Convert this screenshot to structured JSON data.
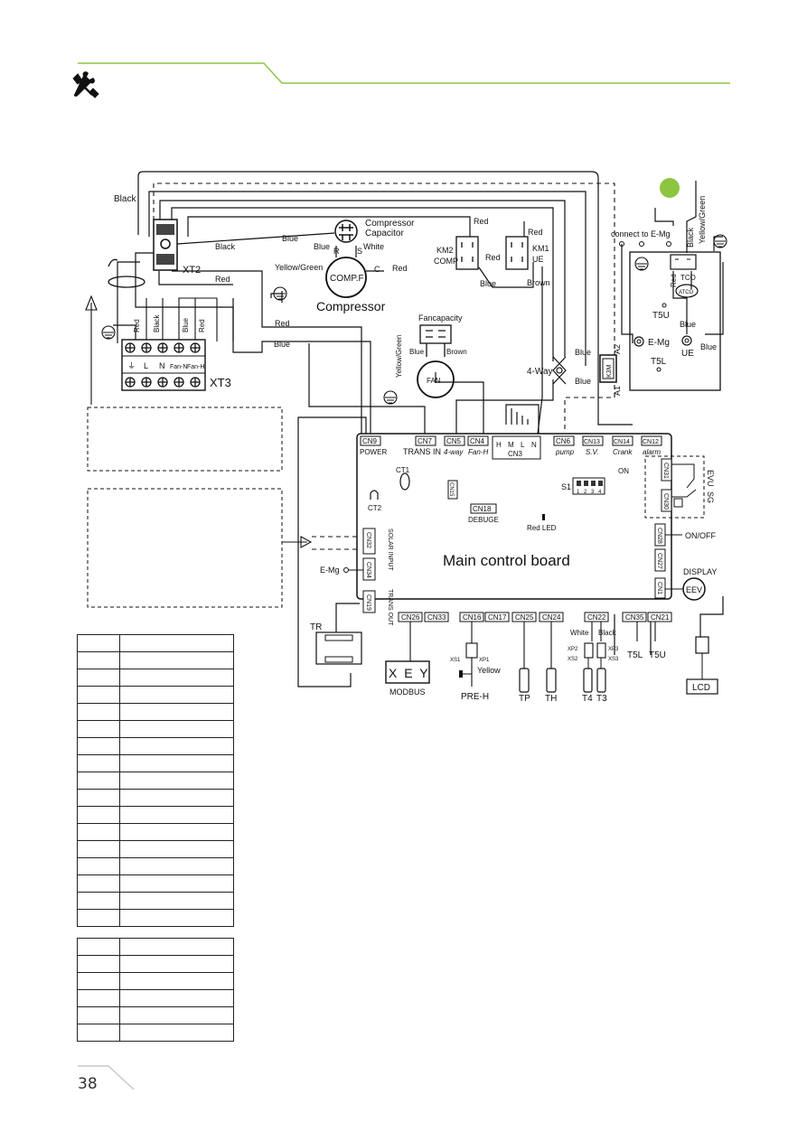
{
  "header": {
    "icon": "tools-icon",
    "accent_color": "#8cc63f"
  },
  "page_number": "38",
  "diagram": {
    "connector_blocks": {
      "xt2": "XT2",
      "xt3": "XT3"
    },
    "xt3_terminals": [
      "L",
      "N",
      "Fan-N",
      "Fan-H"
    ],
    "compressor": {
      "capacitor_label_1": "Compressor",
      "capacitor_label_2": "Capacitor",
      "unit_label": "COMP.F",
      "title": "Compressor",
      "pin_r": "R",
      "pin_s": "S",
      "pin_c": "C"
    },
    "relays": {
      "km2": "KM2",
      "km2_sub": "COMP",
      "km1": "KM1",
      "km1_sub": "UE",
      "k3m": "K3M",
      "a1": "A1",
      "a2": "A2"
    },
    "fan": {
      "capacity_label": "Fancapacity",
      "label": "FAN"
    },
    "valve": "4-Way",
    "board": {
      "title": "Main control board",
      "top_connectors": [
        {
          "id": "CN9",
          "sub": "POWER"
        },
        {
          "id": "CN7",
          "sub": "TRANS IN"
        },
        {
          "id": "CN5",
          "sub": "4-way"
        },
        {
          "id": "CN4",
          "sub": "Fan-H"
        },
        {
          "id": "CN6",
          "sub": "pump"
        },
        {
          "id": "CN13",
          "sub": "S.V."
        },
        {
          "id": "CN14",
          "sub": "Crank"
        },
        {
          "id": "CN12",
          "sub": "alarm"
        }
      ],
      "cn3": {
        "id": "CN3",
        "pins": [
          "H",
          "M",
          "L",
          "N"
        ]
      },
      "ct1": "CT1",
      "ct2": "CT2",
      "cn15": "CN15",
      "cn18": "CN18",
      "debuge": "DEBUGE",
      "red_led": "Red LED",
      "s1": "S1",
      "s1_on": "ON",
      "s1_nums": [
        "1",
        "2",
        "3",
        "4"
      ],
      "left_connectors": [
        {
          "id": "CN32",
          "sub": "SOLAR INPUT"
        },
        {
          "id": "CN34",
          "sub": ""
        },
        {
          "id": "CN19",
          "sub": "TRANS OUT"
        }
      ],
      "e_mg": "E-Mg",
      "right_connectors": [
        "CN31",
        "CN30",
        "CN28",
        "CN27",
        "CN1"
      ],
      "evu": "EVU",
      "sg": "SG",
      "on_off": "ON/OFF",
      "display": "DISPLAY",
      "eev": "EEV",
      "bottom_connectors": [
        "CN26",
        "CN33",
        "CN16",
        "CN17",
        "CN25",
        "CN24",
        "CN22",
        "CN35",
        "CN21"
      ],
      "modbus_key": "X E Y",
      "modbus": "MODBUS",
      "pre_h": "PRE-H",
      "xs1": "XS1",
      "xp1": "XP1",
      "tp": "TP",
      "th": "TH",
      "t4": "T4",
      "t3": "T3",
      "xp2": "XP2",
      "xs2": "XS2",
      "xp3": "XP3",
      "xs3": "XS3",
      "t5l": "T5L",
      "t5u": "T5U",
      "lcd": "LCD",
      "tr": "TR"
    },
    "right_box": {
      "connect": "connect to E-Mg",
      "tco": "TCO",
      "atco": "ATCO",
      "t5u": "T5U",
      "e_mg": "E-Mg",
      "ue": "UE",
      "t5l": "T5L",
      "yellow_green": "Yellow/Green",
      "black": "Black",
      "red": "Red",
      "blue": "Blue"
    },
    "wire_labels": {
      "black_1": "Black",
      "black_2": "Black",
      "red_1": "Red",
      "red_2": "Red",
      "red_3": "Red",
      "red_4": "Red",
      "red_5": "Red",
      "blue_1": "Blue",
      "blue_2": "Blue",
      "blue_3": "Blue",
      "blue_4": "Blue",
      "white": "White",
      "yellow_green_1": "Yellow/Green",
      "yellow_green_2": "Yellow/Green",
      "blue_fan": "Blue",
      "brown_fan": "Brown",
      "blue_km": "Blue",
      "brown_km": "Brown",
      "blue_valve_1": "Blue",
      "blue_valve_2": "Blue",
      "xt3_red_1": "Red",
      "xt3_black": "Black",
      "xt3_blue": "Blue",
      "xt3_red_2": "Red",
      "white_t4": "White",
      "black_t4": "Black",
      "yellow": "Yellow"
    }
  },
  "legend": {
    "table1_rows": 17,
    "table2_rows": 6
  }
}
